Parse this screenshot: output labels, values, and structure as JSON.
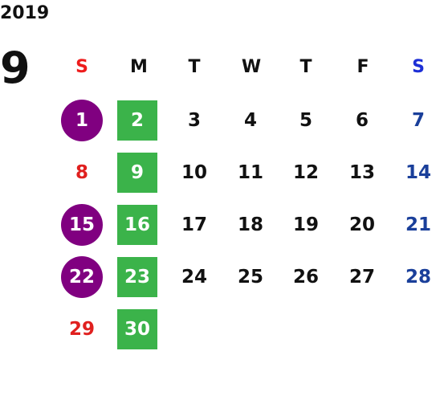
{
  "calendar": {
    "year": "2019",
    "month": "9",
    "weekdays": [
      "S",
      "M",
      "T",
      "W",
      "T",
      "F",
      "S"
    ],
    "weeks": [
      [
        "1",
        "2",
        "3",
        "4",
        "5",
        "6",
        "7"
      ],
      [
        "8",
        "9",
        "10",
        "11",
        "12",
        "13",
        "14"
      ],
      [
        "15",
        "16",
        "17",
        "18",
        "19",
        "20",
        "21"
      ],
      [
        "22",
        "23",
        "24",
        "25",
        "26",
        "27",
        "28"
      ],
      [
        "29",
        "30",
        "",
        "",
        "",
        "",
        ""
      ]
    ],
    "circled_days": [
      "1",
      "15",
      "22"
    ],
    "boxed_days": [
      "2",
      "9",
      "16",
      "23",
      "30"
    ]
  },
  "colors": {
    "sunday_text": "#e0201f",
    "sunday_header": "#ee1c1c",
    "saturday_text": "#1a3f9a",
    "saturday_header": "#1d2fd6",
    "circle_fill": "#800080",
    "box_fill": "#3bb34a",
    "default_text": "#111111"
  }
}
